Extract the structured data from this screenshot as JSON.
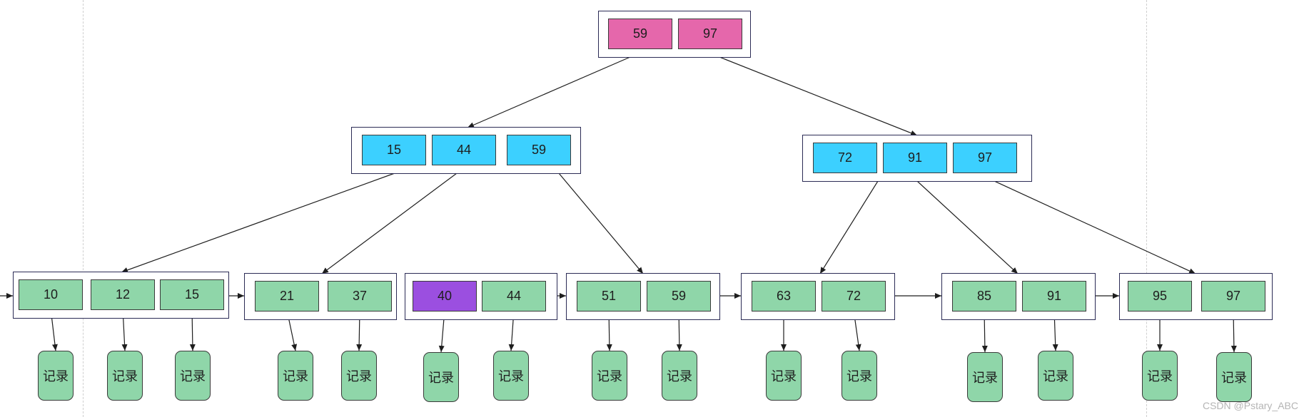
{
  "colors": {
    "root": "#e567ab",
    "internal": "#3cd0ff",
    "leaf": "#8fd6a9",
    "highlight": "#9b4fe0",
    "record": "#8fd6a9"
  },
  "root": {
    "keys": [
      "59",
      "97"
    ]
  },
  "internal": [
    {
      "keys": [
        "15",
        "44",
        "59"
      ]
    },
    {
      "keys": [
        "72",
        "91",
        "97"
      ]
    }
  ],
  "leaves": [
    {
      "keys": [
        "10",
        "12",
        "15"
      ]
    },
    {
      "keys": [
        "21",
        "37"
      ]
    },
    {
      "keys": [
        "40",
        "44"
      ],
      "highlight_key": "40"
    },
    {
      "keys": [
        "51",
        "59"
      ]
    },
    {
      "keys": [
        "63",
        "72"
      ]
    },
    {
      "keys": [
        "85",
        "91"
      ]
    },
    {
      "keys": [
        "95",
        "97"
      ]
    }
  ],
  "record_label": "记录",
  "watermark": "CSDN @Pstary_ABC"
}
